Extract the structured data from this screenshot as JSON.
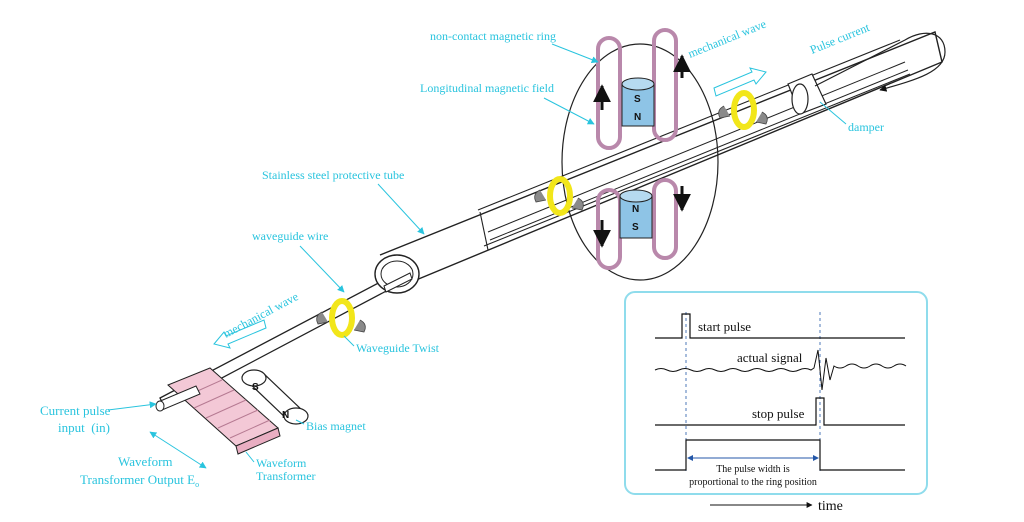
{
  "labels": {
    "non_contact_ring": "non-contact magnetic ring",
    "mech_wave_top": "mechanical wave",
    "pulse_current": "Pulse current",
    "longitudinal_field": "Longitudinal magnetic field",
    "damper": "damper",
    "tube": "Stainless steel protective tube",
    "waveguide_wire": "waveguide wire",
    "mech_wave_bottom": "mechanical wave",
    "waveguide_twist": "Waveguide Twist",
    "current_pulse_line1": "Current pulse",
    "current_pulse_line2": "input  (in)",
    "bias_magnet": "Bias magnet",
    "wf_output_line1": "Waveform",
    "wf_output_line2": "Transformer Output E",
    "wf_output_sub": "o",
    "wf_transformer_line1": "Waveform",
    "wf_transformer_line2": "Transformer"
  },
  "magnet_poles": {
    "ring_upper_top": "S",
    "ring_upper_bottom": "N",
    "ring_lower_top": "N",
    "ring_lower_bottom": "S",
    "bias_top": "S",
    "bias_bottom": "N"
  },
  "inset": {
    "start_pulse": "start pulse",
    "actual_signal": "actual signal",
    "stop_pulse": "stop pulse",
    "width_line1": "The pulse width is",
    "width_line2": "proportional to the ring position",
    "time": "time"
  },
  "colors": {
    "label": "#29c4de",
    "inset_border": "#8fdcec",
    "twist_ring": "#f2e61a",
    "magnet_blue": "#8ec4e6",
    "coil_pink": "#d7a8c6",
    "transformer_pink": "#f3c8d6"
  }
}
